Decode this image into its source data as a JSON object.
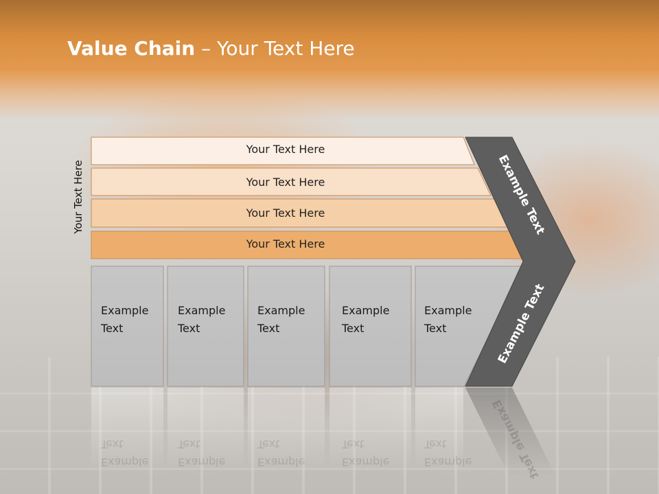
{
  "slide": {
    "title_bold": "Value Chain",
    "title_rest": " – Your Text Here",
    "side_label": "Your Text Here"
  },
  "bars": [
    {
      "label": "Your Text Here",
      "color": "#fcf0e6"
    },
    {
      "label": "Your Text Here",
      "color": "#f9e0c8"
    },
    {
      "label": "Your Text Here",
      "color": "#f5cfa7"
    },
    {
      "label": "Your Text Here",
      "color": "#edae6d"
    }
  ],
  "columns": [
    {
      "text": "Example\nText"
    },
    {
      "text": "Example\nText"
    },
    {
      "text": "Example\nText"
    },
    {
      "text": "Example\nText"
    },
    {
      "text": "Example\nText"
    }
  ],
  "chevron": {
    "top_text": "Example Text",
    "bottom_text": "Example Text",
    "color": "#5e5e5e"
  },
  "colors": {
    "header_orange": "#e39a4f",
    "column_gray": "#c3c3c3",
    "bar_border": "#c98b55"
  }
}
